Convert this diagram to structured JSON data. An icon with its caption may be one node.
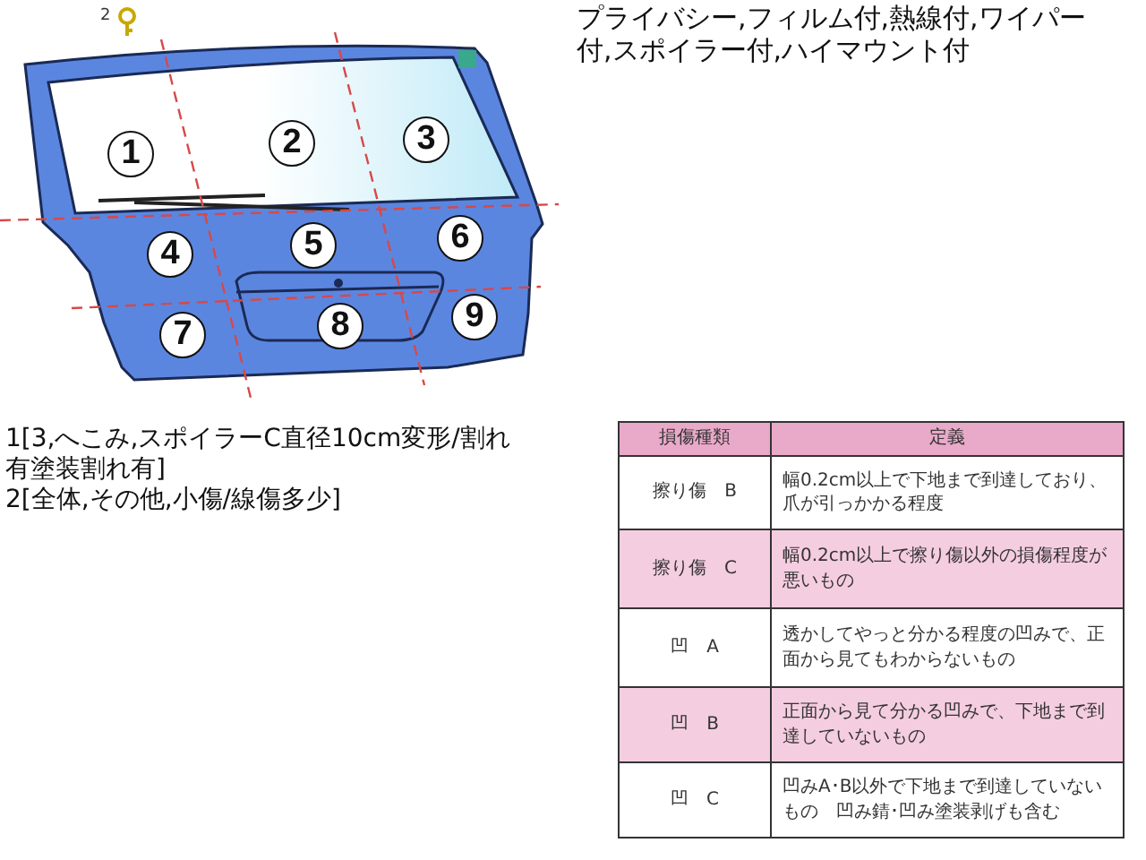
{
  "diagram": {
    "nodes": [
      {
        "text": [
          "1"
        ]
      },
      {
        "text": [
          "2"
        ]
      },
      {
        "text": [
          "3"
        ]
      },
      {
        "text": [
          "4"
        ]
      },
      {
        "text": [
          "5"
        ]
      },
      {
        "text": [
          "6"
        ]
      },
      {
        "text": [
          "7"
        ]
      },
      {
        "text": [
          "8"
        ]
      },
      {
        "text": [
          "9"
        ]
      }
    ],
    "labels": [
      "2",
      "プライバシー,フィルム付,熱線付,ワイパー付,スポイラー付,ハイマウント付",
      "1[3,へこみ,スポイラーC直径10cm変形/割れ有塗装割れ有]",
      "2[全体,その他,小傷/線傷多少]",
      "損傷種類",
      "定義",
      "擦り傷　B",
      "幅0.2cm以上で下地まで到達しており、爪が引っかかる程度",
      "擦り傷　C",
      "幅0.2cm以上で擦り傷以外の損傷程度が悪いもの",
      "凹　A",
      "透かしてやっと分かる程度の凹みで、正面から見てもわからないもの",
      "凹　B",
      "正面から見て分かる凹みで、下地まで到達していないもの",
      "凹　C",
      "凹みA･B以外で下地まで到達していないもの　凹み錆･凹み塗装剥げも含む"
    ]
  }
}
